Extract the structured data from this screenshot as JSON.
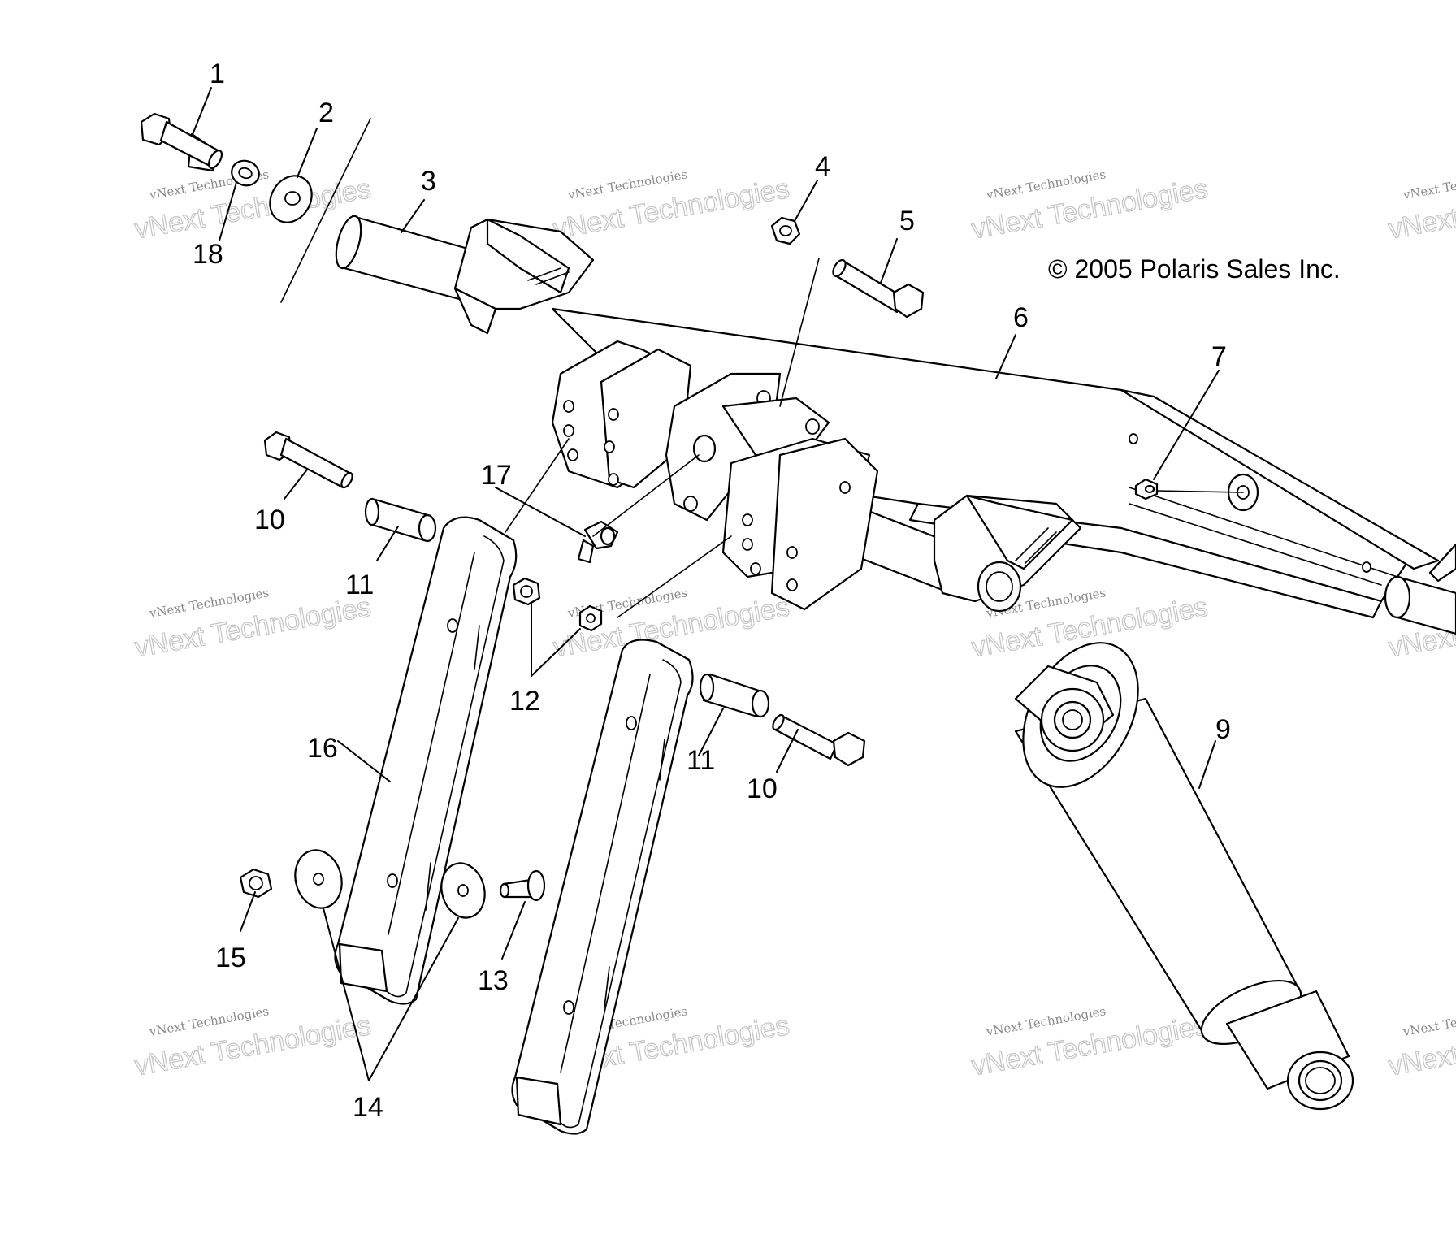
{
  "copyright": "© 2005 Polaris Sales Inc.",
  "watermark": {
    "small": "vNext Technologies",
    "big": "vNext Technologies"
  },
  "callouts": {
    "c1": "1",
    "c2": "2",
    "c3": "3",
    "c4": "4",
    "c5": "5",
    "c6": "6",
    "c7": "7",
    "c9": "9",
    "c10a": "10",
    "c10b": "10",
    "c11a": "11",
    "c11b": "11",
    "c12": "12",
    "c13": "13",
    "c14": "14",
    "c15": "15",
    "c16": "16",
    "c17": "17",
    "c18": "18"
  },
  "colors": {
    "line": "#000000",
    "background": "#ffffff",
    "watermark": "#c4c4c4"
  }
}
